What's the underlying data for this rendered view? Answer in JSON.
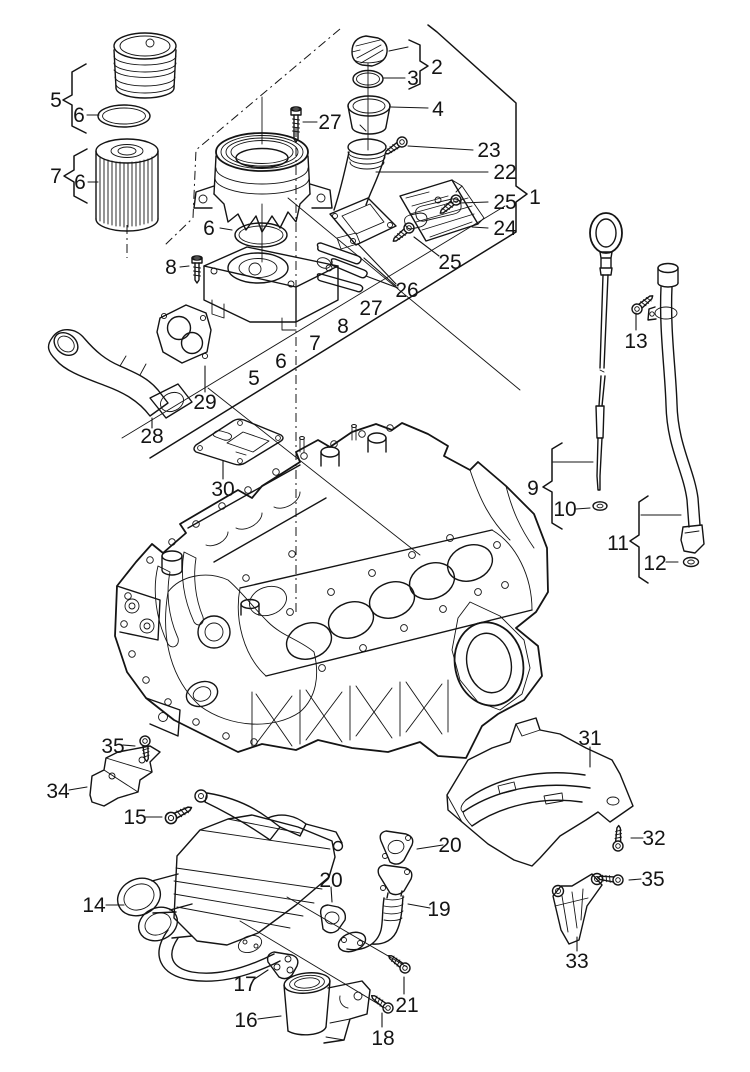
{
  "colors": {
    "background": "#ffffff",
    "line": "#141414"
  },
  "callouts": [
    {
      "label": "5"
    },
    {
      "label": "6"
    },
    {
      "label": "7"
    },
    {
      "label": "6"
    },
    {
      "label": "2"
    },
    {
      "label": "3"
    },
    {
      "label": "4"
    },
    {
      "label": "27"
    },
    {
      "label": "23"
    },
    {
      "label": "22"
    },
    {
      "label": "25"
    },
    {
      "label": "1"
    },
    {
      "label": "24"
    },
    {
      "label": "25"
    },
    {
      "label": "26"
    },
    {
      "label": "27"
    },
    {
      "label": "8"
    },
    {
      "label": "7"
    },
    {
      "label": "6"
    },
    {
      "label": "5"
    },
    {
      "label": "6"
    },
    {
      "label": "8"
    },
    {
      "label": "29"
    },
    {
      "label": "28"
    },
    {
      "label": "30"
    },
    {
      "label": "13"
    },
    {
      "label": "9"
    },
    {
      "label": "10"
    },
    {
      "label": "11"
    },
    {
      "label": "12"
    },
    {
      "label": "31"
    },
    {
      "label": "32"
    },
    {
      "label": "35"
    },
    {
      "label": "33"
    },
    {
      "label": "35"
    },
    {
      "label": "34"
    },
    {
      "label": "15"
    },
    {
      "label": "14"
    },
    {
      "label": "20"
    },
    {
      "label": "20"
    },
    {
      "label": "19"
    },
    {
      "label": "17"
    },
    {
      "label": "16"
    },
    {
      "label": "21"
    },
    {
      "label": "18"
    }
  ]
}
